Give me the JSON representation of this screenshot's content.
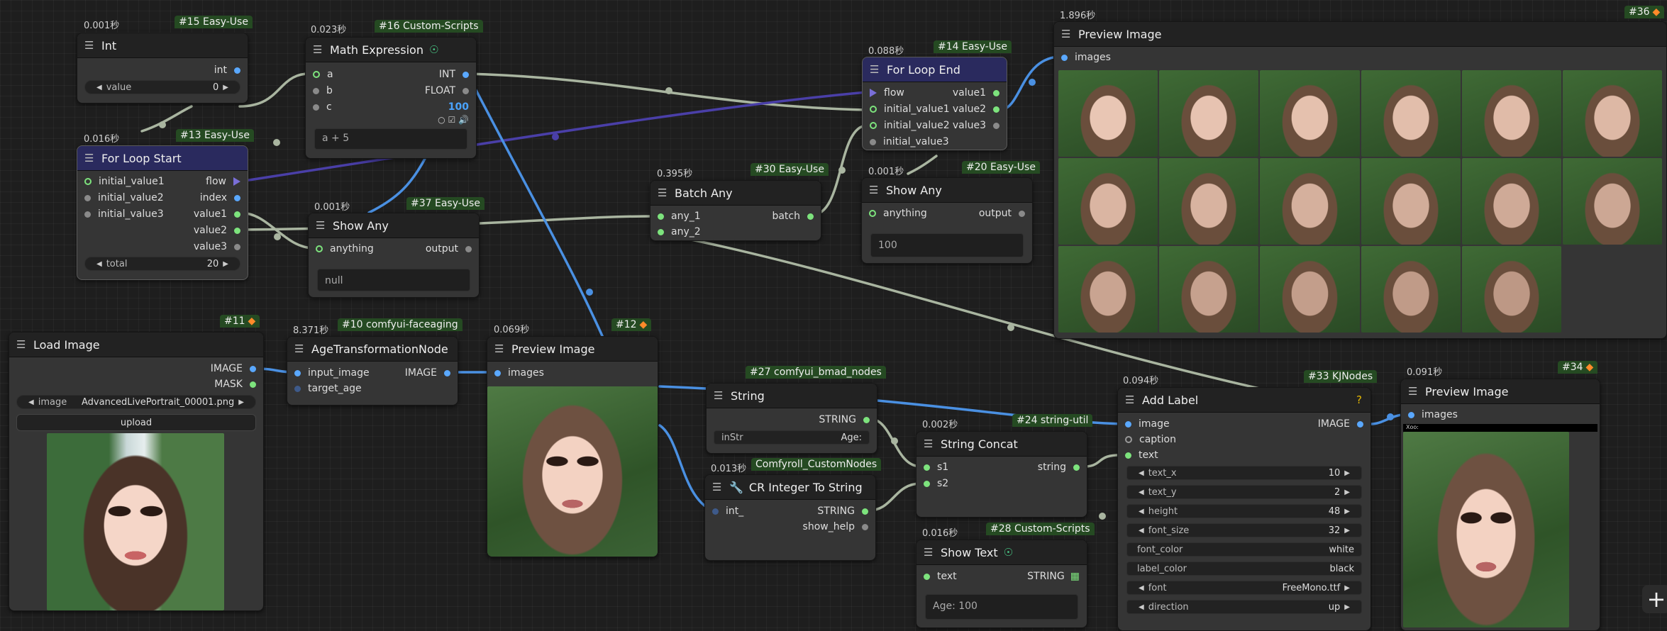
{
  "nodes": {
    "int": {
      "time": "0.001秒",
      "badge": "#15 Easy-Use",
      "title": "Int",
      "out": "int",
      "w_label": "value",
      "w_val": "0"
    },
    "math": {
      "time": "0.023秒",
      "badge": "#16 Custom-Scripts",
      "title": "Math Expression",
      "in": [
        "a",
        "b",
        "c"
      ],
      "out": [
        "INT",
        "FLOAT"
      ],
      "out_val": "100",
      "expr": "a + 5"
    },
    "for_start": {
      "time": "0.016秒",
      "badge": "#13 Easy-Use",
      "title": "For Loop Start",
      "in": [
        "initial_value1",
        "initial_value2",
        "initial_value3"
      ],
      "out": [
        "flow",
        "index",
        "value1",
        "value2",
        "value3"
      ],
      "w_label": "total",
      "w_val": "20"
    },
    "show_any1": {
      "time": "0.001秒",
      "badge": "#37 Easy-Use",
      "title": "Show Any",
      "in": "anything",
      "out": "output",
      "text": "null"
    },
    "batch_any": {
      "time": "0.395秒",
      "badge": "#30 Easy-Use",
      "title": "Batch Any",
      "in": [
        "any_1",
        "any_2"
      ],
      "out": "batch"
    },
    "for_end": {
      "time": "0.088秒",
      "badge": "#14 Easy-Use",
      "title": "For Loop End",
      "in": [
        "flow",
        "initial_value1",
        "initial_value2",
        "initial_value3"
      ],
      "out": [
        "value1",
        "value2",
        "value3"
      ]
    },
    "show_any2": {
      "time": "0.001秒",
      "badge": "#20 Easy-Use",
      "title": "Show Any",
      "in": "anything",
      "out": "output",
      "text": "100"
    },
    "preview36": {
      "time": "1.896秒",
      "badge": "#36",
      "title": "Preview Image",
      "in": "images"
    },
    "load_image": {
      "badge": "#11",
      "title": "Load Image",
      "out": [
        "IMAGE",
        "MASK"
      ],
      "w_label": "image",
      "w_val": "AdvancedLivePortrait_00001.png",
      "upload": "upload"
    },
    "age": {
      "time": "8.371秒",
      "badge": "#10 comfyui-faceaging",
      "title": "AgeTransformationNode",
      "in": [
        "input_image",
        "target_age"
      ],
      "out": "IMAGE"
    },
    "preview12": {
      "time": "0.069秒",
      "badge": "#12",
      "title": "Preview Image",
      "in": "images"
    },
    "string": {
      "badge": "#27 comfyui_bmad_nodes",
      "title": "String",
      "out": "STRING",
      "w_label": "inStr",
      "w_val": "Age:"
    },
    "cr_int": {
      "time": "0.013秒",
      "badge": "Comfyroll_CustomNodes",
      "title": "CR Integer To String",
      "in": "int_",
      "out": [
        "STRING",
        "show_help"
      ]
    },
    "concat": {
      "time": "0.002秒",
      "badge": "#24 string-util",
      "title": "String Concat",
      "in": [
        "s1",
        "s2"
      ],
      "out": "string"
    },
    "show_text": {
      "time": "0.016秒",
      "badge": "#28 Custom-Scripts",
      "title": "Show Text",
      "in": "text",
      "out": "STRING",
      "text": "Age: 100"
    },
    "add_label": {
      "time": "0.094秒",
      "badge": "#33 KJNodes",
      "title": "Add Label",
      "in": [
        "image",
        "caption",
        "text"
      ],
      "out": "IMAGE",
      "widgets": [
        {
          "label": "text_x",
          "val": "10"
        },
        {
          "label": "text_y",
          "val": "2"
        },
        {
          "label": "height",
          "val": "48"
        },
        {
          "label": "font_size",
          "val": "32"
        },
        {
          "label": "font_color",
          "val": "white"
        },
        {
          "label": "label_color",
          "val": "black"
        },
        {
          "label": "font",
          "val": "FreeMono.ttf"
        },
        {
          "label": "direction",
          "val": "up"
        }
      ]
    },
    "preview34": {
      "time": "0.091秒",
      "badge": "#34",
      "title": "Preview Image",
      "in": "images",
      "overlay": "Xoo:"
    }
  },
  "colors": {
    "wire_grey": "#a9b5a0",
    "wire_blue": "#4a90e2",
    "wire_purple": "#4a3fa8",
    "dot_green": "#7de37d"
  }
}
